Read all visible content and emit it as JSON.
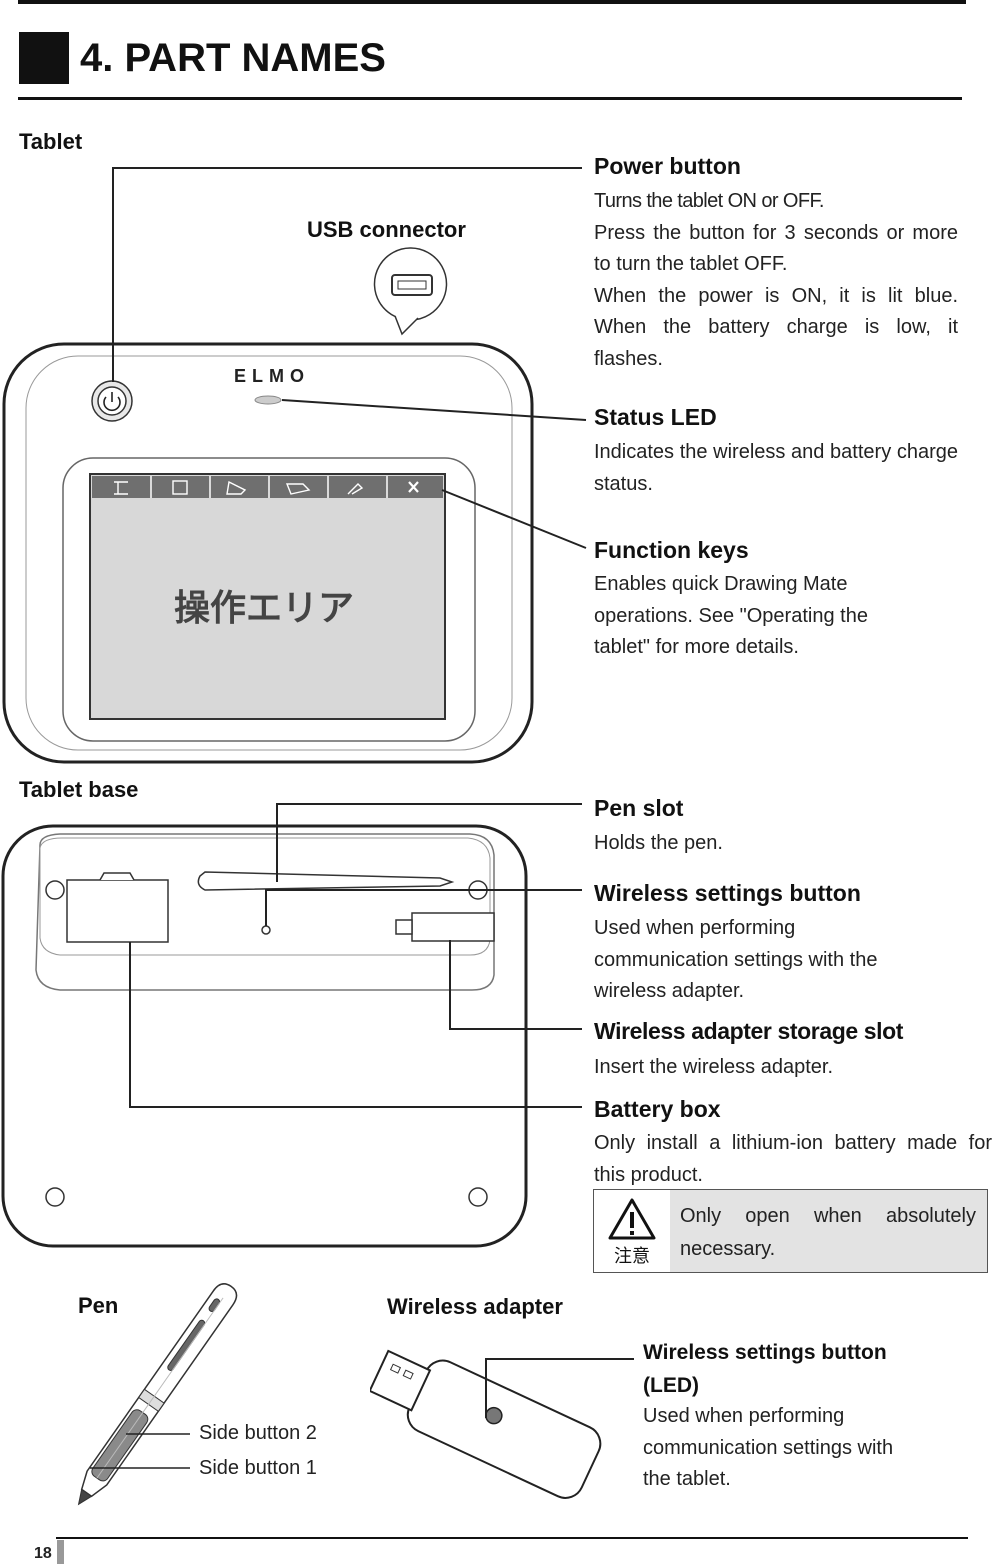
{
  "header": {
    "title": "4. PART NAMES"
  },
  "sections": {
    "tablet": "Tablet",
    "tablet_base": "Tablet base",
    "pen": "Pen",
    "wireless_adapter": "Wireless adapter"
  },
  "tablet": {
    "usb_connector_label": "USB connector",
    "brand_logo": "ELMO",
    "screen_text": "操作エリア",
    "power_button": {
      "title": "Power button",
      "lines": [
        "Turns the tablet ON or OFF.",
        "Press the button for 3 seconds or more to turn the tablet OFF.",
        "When the power is ON, it is lit blue. When the battery charge is low, it flashes."
      ]
    },
    "status_led": {
      "title": "Status LED",
      "desc": "Indicates the wireless and battery charge status."
    },
    "function_keys": {
      "title": "Function keys",
      "desc": "Enables quick Drawing Mate operations. See \"Operating the tablet\" for more details."
    }
  },
  "tablet_base": {
    "pen_slot": {
      "title": "Pen slot",
      "desc": "Holds the pen."
    },
    "wireless_settings_button": {
      "title": "Wireless settings button",
      "desc": "Used when performing communication settings with the wireless adapter."
    },
    "wireless_adapter_storage_slot": {
      "title": "Wireless adapter storage slot",
      "desc": "Insert the wireless adapter."
    },
    "battery_box": {
      "title": "Battery box",
      "desc": "Only install a lithium-ion battery made for this product."
    },
    "caution": {
      "icon_label": "注意",
      "text": "Only open when absolutely necessary."
    }
  },
  "pen": {
    "side_button_2": "Side button 2",
    "side_button_1": "Side button 1"
  },
  "adapter": {
    "title_line1": "Wireless settings button",
    "title_line2": "(LED)",
    "desc_lines": [
      "Used when performing",
      "communication settings with",
      "the tablet."
    ]
  },
  "footer": {
    "page_number": "18"
  }
}
